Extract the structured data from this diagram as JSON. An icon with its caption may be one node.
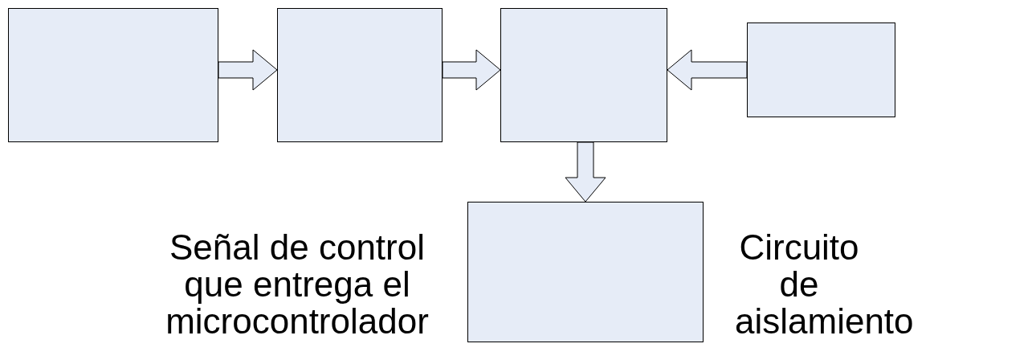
{
  "diagram": {
    "nodes": [
      {
        "text": [],
        "shape": "box"
      },
      {
        "text": [],
        "shape": "box"
      },
      {
        "text": [],
        "shape": "box"
      },
      {
        "text": [],
        "shape": "box"
      },
      {
        "text": [],
        "shape": "box"
      }
    ],
    "edges": [
      {
        "from": 0,
        "to": 1,
        "arrow": "to"
      },
      {
        "from": 1,
        "to": 2,
        "arrow": "to"
      },
      {
        "from": 3,
        "to": 2,
        "arrow": "to"
      },
      {
        "from": 2,
        "to": 4,
        "arrow": "to"
      }
    ],
    "labels": [
      "Señal de control que entrega el microcontrolador",
      "Circuito de aislamiento"
    ]
  }
}
